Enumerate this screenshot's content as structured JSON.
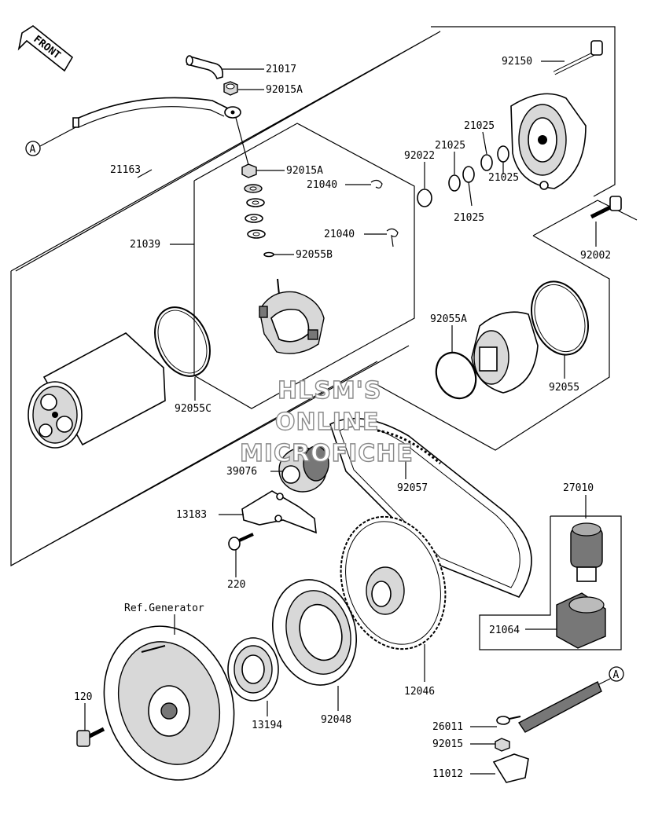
{
  "diagram": {
    "front_label": "FRONT",
    "ref_marker": "A",
    "watermark": [
      "HLSM'S",
      "ONLINE",
      "MICROFICHE"
    ],
    "labels": {
      "p21017": "21017",
      "p92015A_top": "92015A",
      "p92015A_mid": "92015A",
      "p21163": "21163",
      "p21040_a": "21040",
      "p21040_b": "21040",
      "p92055B": "92055B",
      "p21039": "21039",
      "p92055C": "92055C",
      "p92150": "92150",
      "p21025_a": "21025",
      "p21025_b": "21025",
      "p21025_c": "21025",
      "p21025_d": "21025",
      "p92022": "92022",
      "p92002": "92002",
      "p92055A": "92055A",
      "p92055": "92055",
      "p39076": "39076",
      "p92057": "92057",
      "p13183": "13183",
      "p220": "220",
      "p27010": "27010",
      "p21064": "21064",
      "ref_generator": "Ref.Generator",
      "p120": "120",
      "p13194": "13194",
      "p92048": "92048",
      "p12046": "12046",
      "p26011": "26011",
      "p92015": "92015",
      "p11012": "11012"
    }
  }
}
